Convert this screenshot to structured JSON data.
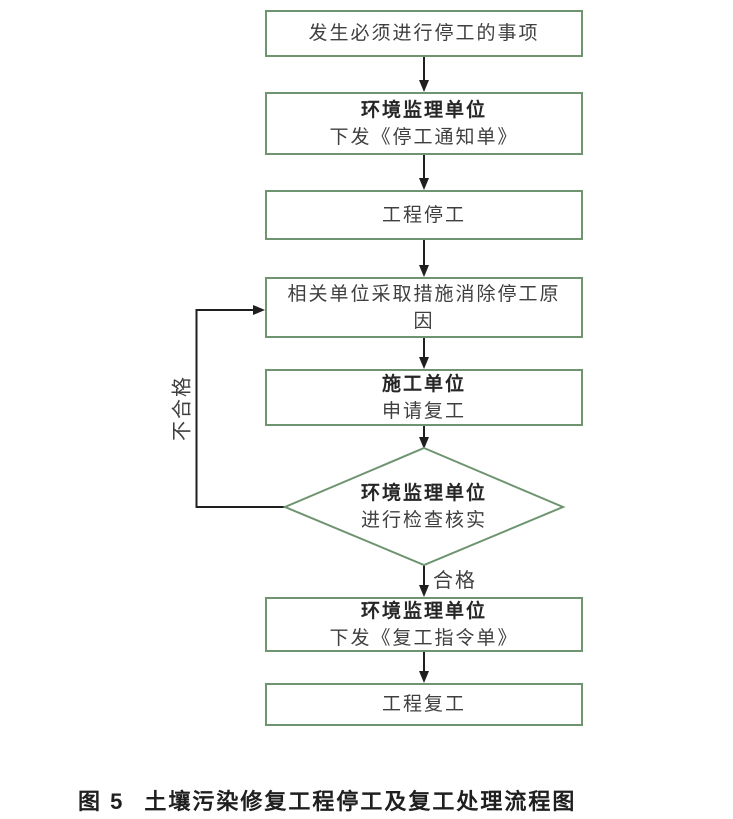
{
  "caption": {
    "prefix": "图 5",
    "title": "土壤污染修复工程停工及复工处理流程图"
  },
  "labels": {
    "pass": "合格",
    "fail": "不合格"
  },
  "nodes": {
    "event": {
      "line1": "发生必须进行停工的事项"
    },
    "issue_notice": {
      "line1": "环境监理单位",
      "line2": "下发《停工通知单》"
    },
    "project_stop": {
      "line1": "工程停工"
    },
    "remove_cause": {
      "line1": "相关单位采取措施消除停工原",
      "line2": "因"
    },
    "apply_resume": {
      "line1": "施工单位",
      "line2": "申请复工"
    },
    "inspect": {
      "line1": "环境监理单位",
      "line2": "进行检查核实"
    },
    "issue_order": {
      "line1": "环境监理单位",
      "line2": "下发《复工指令单》"
    },
    "project_resume": {
      "line1": "工程复工"
    }
  },
  "colors": {
    "box_border": "#6E9470",
    "connector": "#1f1f1f",
    "text": "#3f3f3f",
    "text_bold": "#262626",
    "background": "#ffffff"
  }
}
